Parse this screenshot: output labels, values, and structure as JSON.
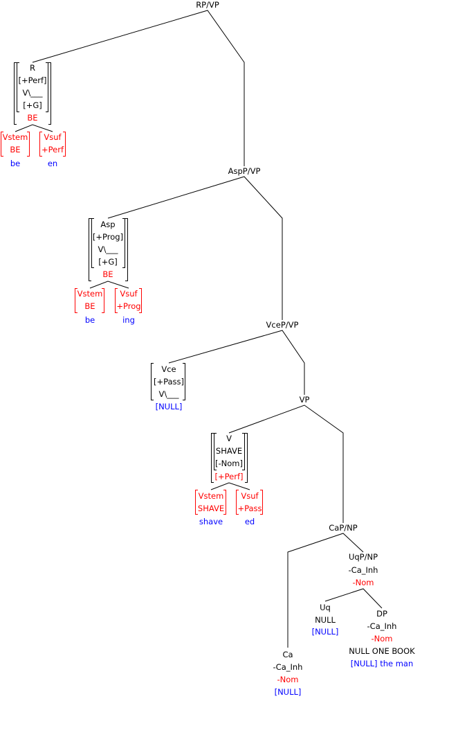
{
  "root": {
    "label": "RP/VP"
  },
  "r_head": {
    "lines": [
      "R",
      "[+Perf]",
      "V\\___",
      "[+G]"
    ],
    "form": "BE",
    "vstem": [
      "Vstem",
      "BE"
    ],
    "vstem_word": "be",
    "vsuf": [
      "Vsuf",
      "+Perf"
    ],
    "vsuf_word": "en"
  },
  "aspp": {
    "label": "AspP/VP"
  },
  "asp_head": {
    "lines": [
      "Asp",
      "[+Prog]",
      "V\\___",
      "[+G]"
    ],
    "form": "BE",
    "vstem": [
      "Vstem",
      "BE"
    ],
    "vstem_word": "be",
    "vsuf": [
      "Vsuf",
      "+Prog"
    ],
    "vsuf_word": "ing"
  },
  "vcep": {
    "label": "VceP/VP"
  },
  "vce_head": {
    "lines": [
      "Vce",
      "[+Pass]",
      "V\\___"
    ],
    "form": "[NULL]"
  },
  "vp": {
    "label": "VP"
  },
  "v_head": {
    "lines": [
      "V",
      "SHAVE",
      "[-Nom]"
    ],
    "form": "[+Perf]",
    "vstem": [
      "Vstem",
      "SHAVE"
    ],
    "vstem_word": "shave",
    "vsuf": [
      "Vsuf",
      "+Pass"
    ],
    "vsuf_word": "ed"
  },
  "cap": {
    "label": "CaP/NP"
  },
  "ca": {
    "lines": [
      "Ca",
      "-Ca_Inh",
      "-Nom",
      "[NULL]"
    ]
  },
  "uqp": {
    "lines": [
      "UqP/NP",
      "-Ca_Inh",
      "-Nom"
    ]
  },
  "uq": {
    "lines": [
      "Uq",
      "NULL",
      "[NULL]"
    ]
  },
  "dp": {
    "lines": [
      "DP",
      "-Ca_Inh",
      "-Nom",
      "NULL ONE BOOK",
      "[NULL] the man"
    ]
  }
}
